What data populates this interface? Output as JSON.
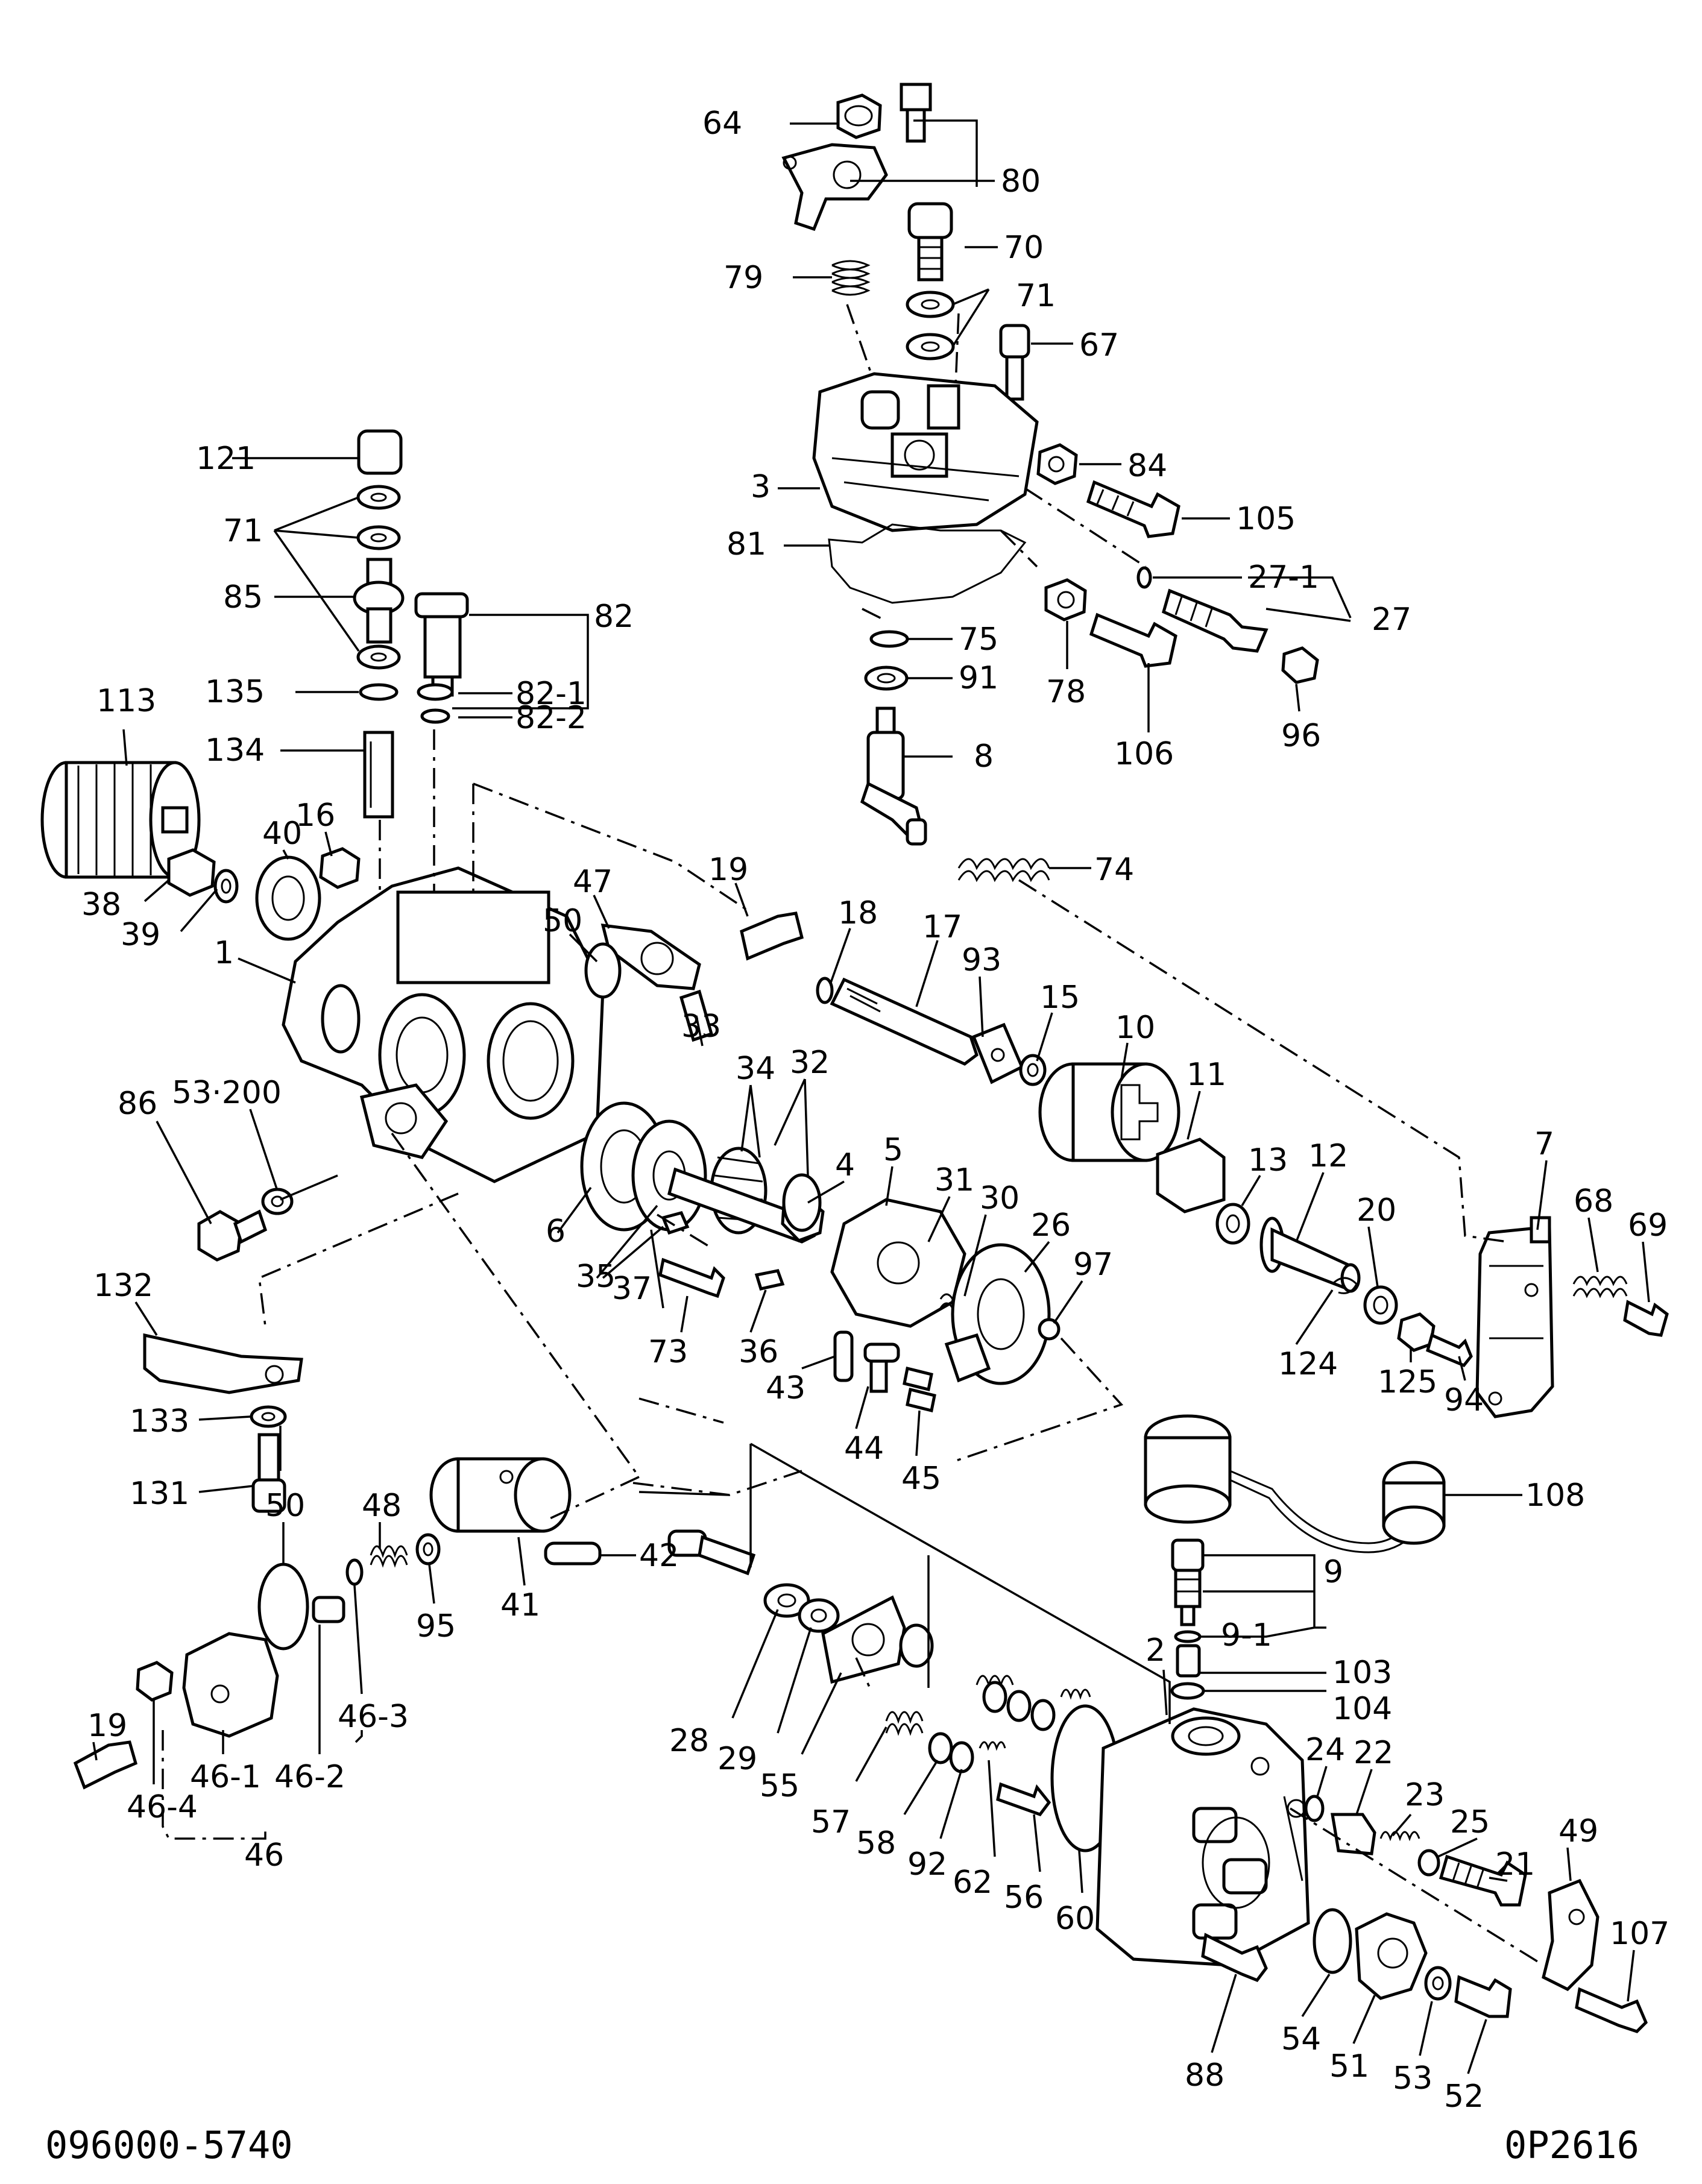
{
  "diagram": {
    "document_code": "096000-5740",
    "figure_ref": "0P2616",
    "labels": {
      "p64": "64",
      "p80": "80",
      "p70": "70",
      "p79": "79",
      "p71a": "71",
      "p67": "67",
      "p84": "84",
      "p3": "3",
      "p105": "105",
      "p81": "81",
      "p27_1": "27-1",
      "p27": "27",
      "p75": "75",
      "p78": "78",
      "p91": "91",
      "p106": "106",
      "p96": "96",
      "p8": "8",
      "p74": "74",
      "p121": "121",
      "p71b": "71",
      "p85": "85",
      "p82": "82",
      "p135": "135",
      "p82_1": "82-1",
      "p82_2": "82-2",
      "p134": "134",
      "p113": "113",
      "p16": "16",
      "p40": "40",
      "p38": "38",
      "p39": "39",
      "p1": "1",
      "p47": "47",
      "p50a": "50",
      "p19a": "19",
      "p18": "18",
      "p17": "17",
      "p93": "93",
      "p15": "15",
      "p10": "10",
      "p11": "11",
      "p13": "13",
      "p12": "12",
      "p20": "20",
      "p7": "7",
      "p68": "68",
      "p69": "69",
      "p53_200": "53·200",
      "p86": "86",
      "p33": "33",
      "p34": "34",
      "p32": "32",
      "p4": "4",
      "p5": "5",
      "p31": "31",
      "p30": "30",
      "p26": "26",
      "p97": "97",
      "p6": "6",
      "p35": "35",
      "p37": "37",
      "p73": "73",
      "p36": "36",
      "p124": "124",
      "p125": "125",
      "p94": "94",
      "p132": "132",
      "p133": "133",
      "p131": "131",
      "p43": "43",
      "p44": "44",
      "p45": "45",
      "p108": "108",
      "p48": "48",
      "p50b": "50",
      "p42": "42",
      "p41": "41",
      "p95": "95",
      "p46_3": "46-3",
      "p46_2": "46-2",
      "p46_1": "46-1",
      "p19b": "19",
      "p46_4": "46-4",
      "p46": "46",
      "p9": "9",
      "p9_1": "9-1",
      "p2": "2",
      "p103": "103",
      "p104": "104",
      "p28": "28",
      "p29": "29",
      "p55": "55",
      "p57": "57",
      "p58": "58",
      "p92": "92",
      "p62": "62",
      "p56": "56",
      "p60": "60",
      "p24": "24",
      "p22": "22",
      "p23": "23",
      "p25": "25",
      "p21": "21",
      "p49": "49",
      "p107": "107",
      "p88": "88",
      "p54": "54",
      "p51": "51",
      "p53": "53",
      "p52": "52"
    }
  }
}
